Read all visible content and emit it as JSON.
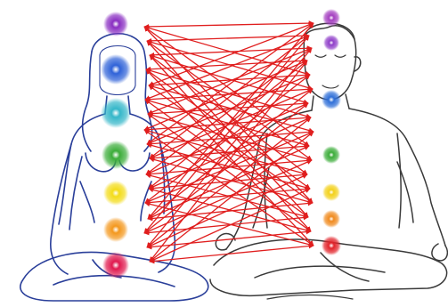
{
  "image": {
    "background_color": "#ffffff",
    "woman_outline_color": "#2a3f9a",
    "man_outline_color": "#3a3a3a",
    "arrow_color": "#e01e1e"
  },
  "woman_chakras": [
    {
      "name": "crown",
      "color": "#8a2fc2"
    },
    {
      "name": "third-eye",
      "color": "#2f62d8"
    },
    {
      "name": "throat",
      "color": "#35b7c9"
    },
    {
      "name": "heart",
      "color": "#3cad3a"
    },
    {
      "name": "solar-plexus",
      "color": "#f3dc1a"
    },
    {
      "name": "sacral",
      "color": "#f4981e"
    },
    {
      "name": "root",
      "color": "#e0194f"
    }
  ],
  "man_chakras": [
    {
      "name": "crown",
      "color": "#a43fc0"
    },
    {
      "name": "third-eye",
      "color": "#8f3ec9"
    },
    {
      "name": "throat",
      "color": "#2f6fd8"
    },
    {
      "name": "heart",
      "color": "#3cad3a"
    },
    {
      "name": "solar-plexus",
      "color": "#f3d11a"
    },
    {
      "name": "sacral",
      "color": "#f08a1e"
    },
    {
      "name": "root",
      "color": "#e2232a"
    }
  ]
}
